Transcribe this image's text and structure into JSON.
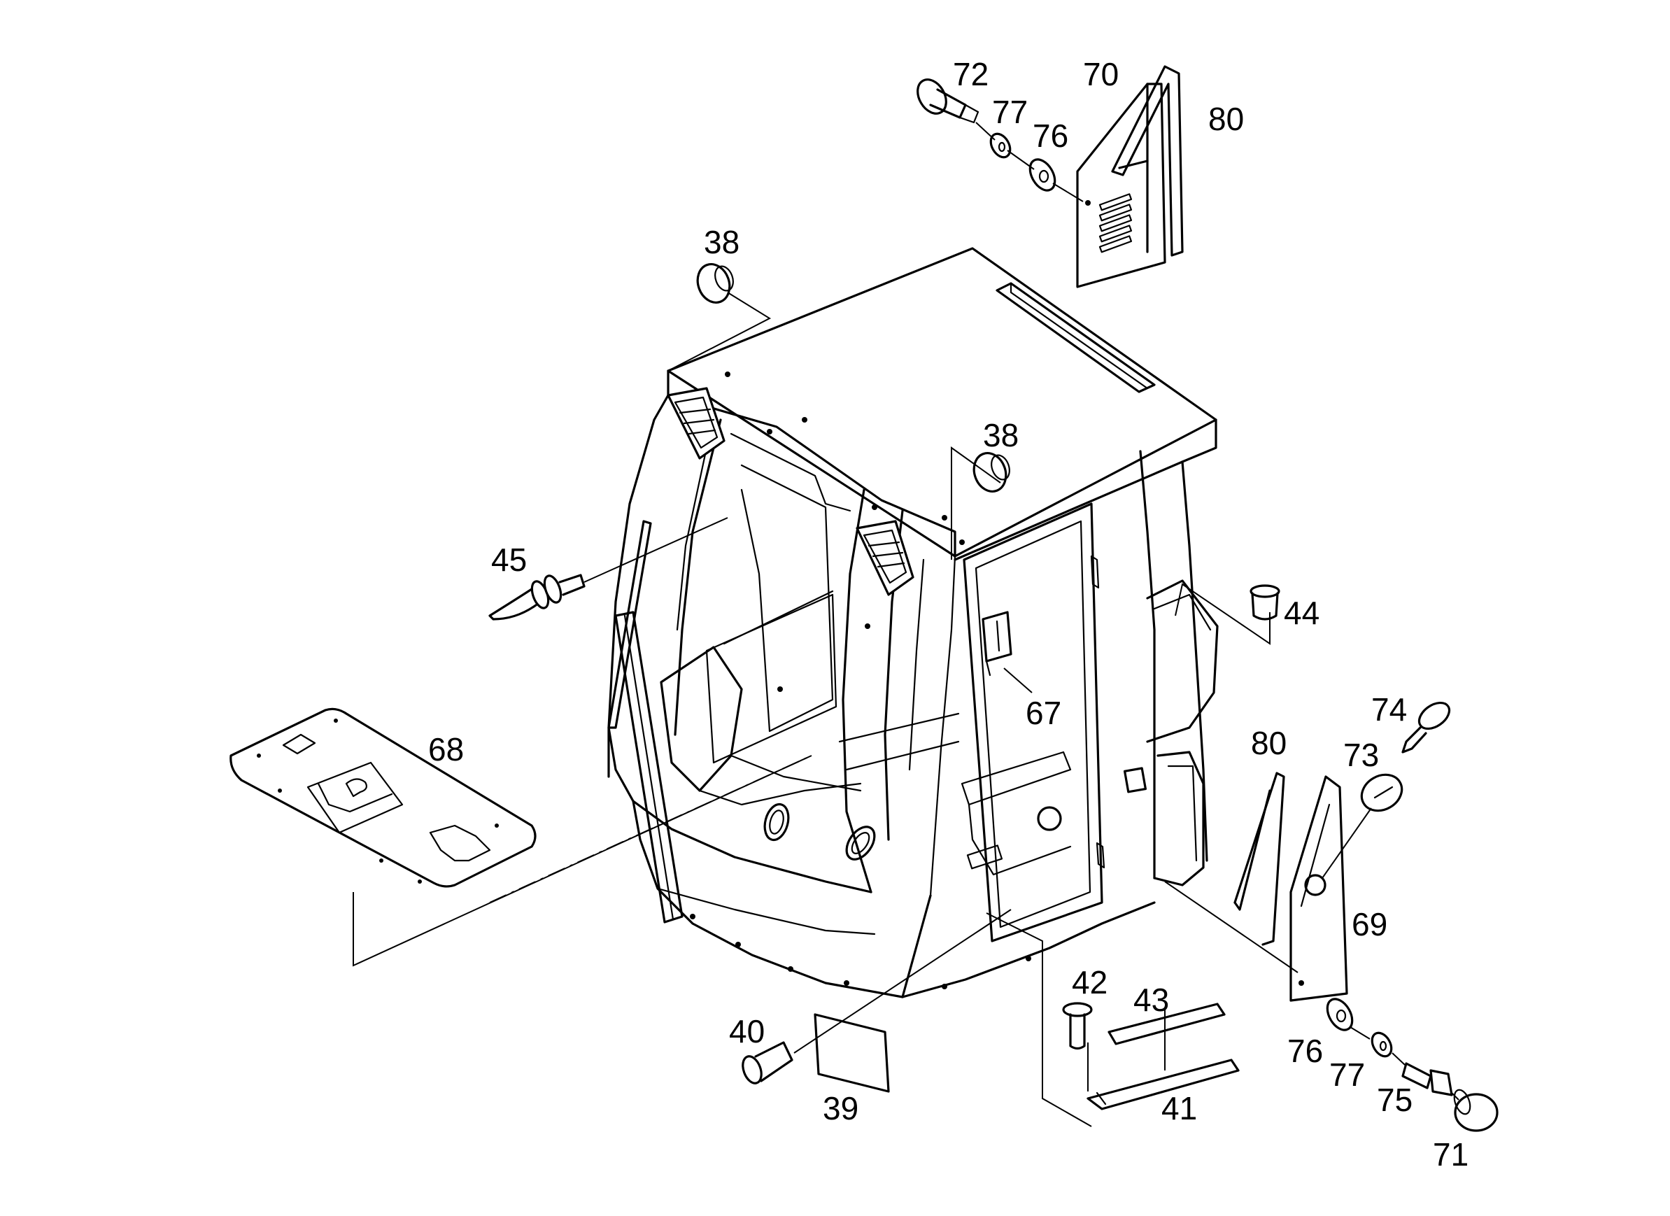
{
  "diagram": {
    "callouts": [
      {
        "id": "c72",
        "text": "72"
      },
      {
        "id": "c70",
        "text": "70"
      },
      {
        "id": "c77a",
        "text": "77"
      },
      {
        "id": "c76a",
        "text": "76"
      },
      {
        "id": "c80a",
        "text": "80"
      },
      {
        "id": "c38a",
        "text": "38"
      },
      {
        "id": "c38b",
        "text": "38"
      },
      {
        "id": "c45",
        "text": "45"
      },
      {
        "id": "c44",
        "text": "44"
      },
      {
        "id": "c67",
        "text": "67"
      },
      {
        "id": "c68",
        "text": "68"
      },
      {
        "id": "c74",
        "text": "74"
      },
      {
        "id": "c80b",
        "text": "80"
      },
      {
        "id": "c73",
        "text": "73"
      },
      {
        "id": "c69",
        "text": "69"
      },
      {
        "id": "c42",
        "text": "42"
      },
      {
        "id": "c43",
        "text": "43"
      },
      {
        "id": "c40",
        "text": "40"
      },
      {
        "id": "c76b",
        "text": "76"
      },
      {
        "id": "c77b",
        "text": "77"
      },
      {
        "id": "c75",
        "text": "75"
      },
      {
        "id": "c41",
        "text": "41"
      },
      {
        "id": "c39",
        "text": "39"
      },
      {
        "id": "c71",
        "text": "71"
      }
    ]
  }
}
